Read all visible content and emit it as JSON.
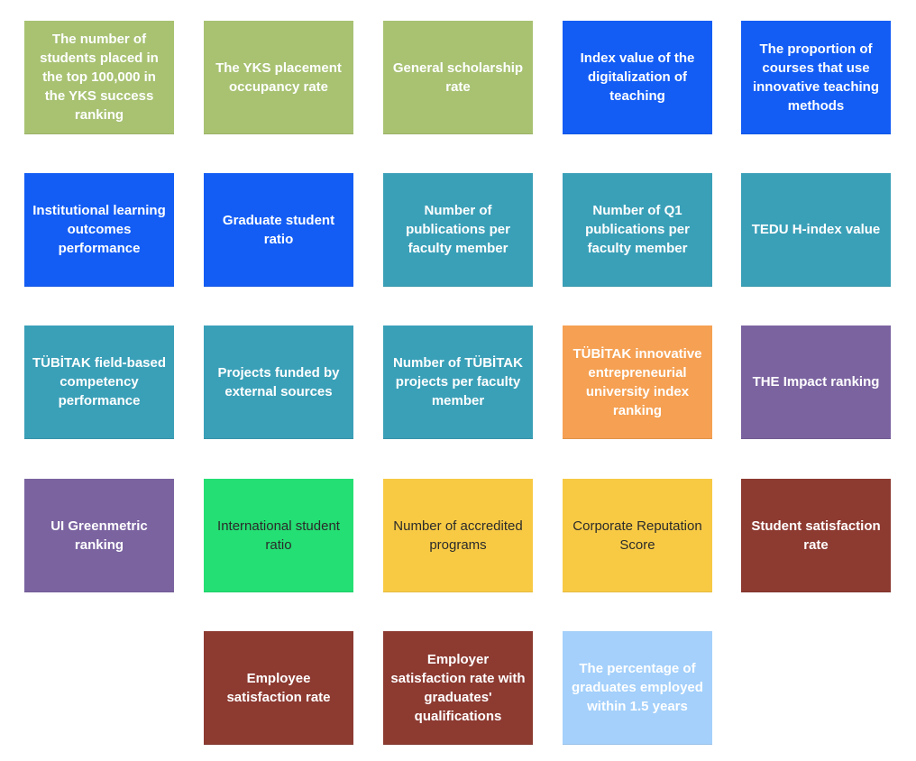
{
  "colors": {
    "green": "#a8c272",
    "blue": "#135df5",
    "teal": "#3aa0b8",
    "orange": "#f5a052",
    "purple": "#7b63a0",
    "bright_green": "#24df73",
    "yellow": "#f8ca44",
    "maroon": "#8d3a31",
    "light_blue": "#a4d0fb"
  },
  "indicators": [
    "The number of students placed in the top 100,000 in the YKS success ranking",
    "The YKS placement occupancy rate",
    "General scholarship rate",
    "Index value of the digitalization of teaching",
    "The proportion of courses that use innovative teaching methods",
    "Institutional learning outcomes performance",
    "Graduate student ratio",
    "Number of publications per faculty member",
    "Number of Q1 publications per faculty member",
    "TEDU H-index value",
    "TÜBİTAK field-based competency performance",
    "Projects funded by external sources",
    "Number of TÜBİTAK projects per faculty member",
    "TÜBİTAK innovative entrepreneurial university index ranking",
    "THE Impact ranking",
    "UI Greenmetric ranking",
    "International student ratio",
    "Number of accredited programs",
    "Corporate Reputation Score",
    "Student satisfaction rate",
    "Employee satisfaction rate",
    "Employer satisfaction rate with graduates' qualifications",
    "The percentage of graduates employed within 1.5 years"
  ]
}
